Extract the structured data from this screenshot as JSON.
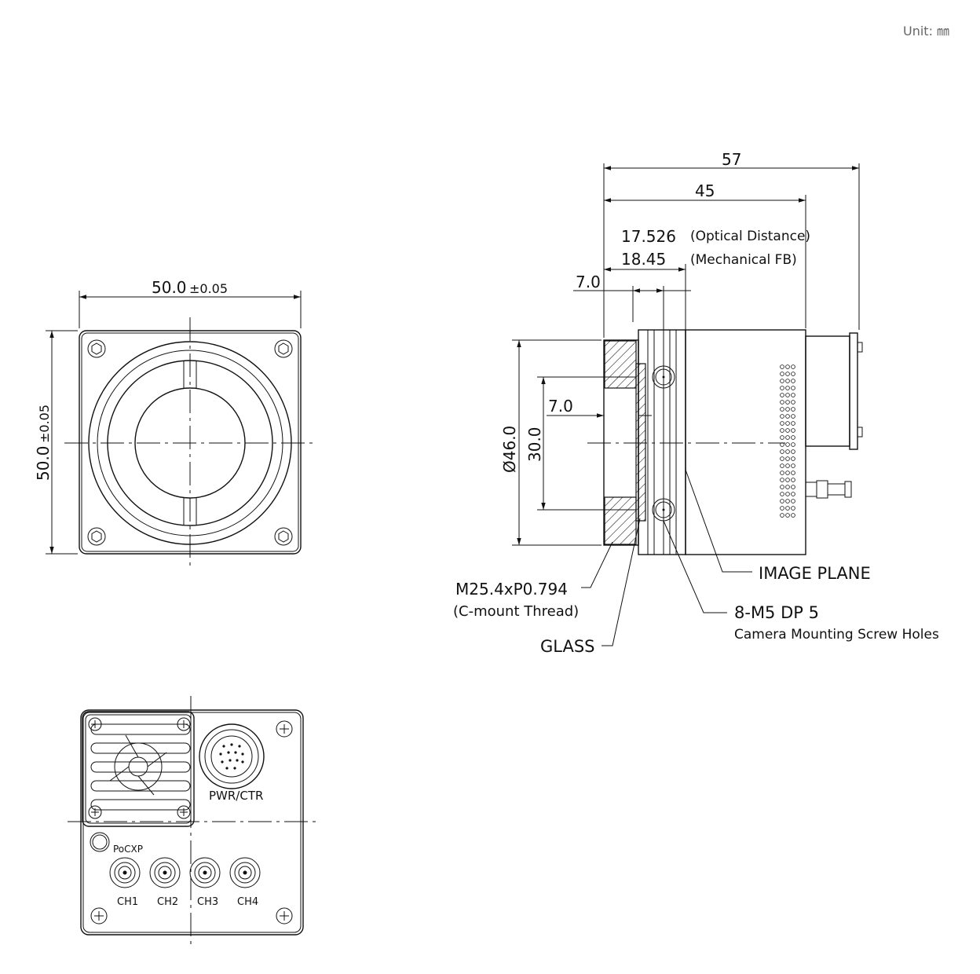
{
  "unit_label": "Unit: ㎜",
  "front_view": {
    "width_dim": "50.0",
    "width_tol": "±0.05",
    "height_dim": "50.0",
    "height_tol": "±0.05"
  },
  "side_view": {
    "dim_total": "57",
    "dim_45": "45",
    "dim_optical": "17.526",
    "label_optical": "(Optical Distance)",
    "dim_mech": "18.45",
    "label_mech": "(Mechanical FB)",
    "dim_7_top": "7.0",
    "dim_7_mid": "7.0",
    "dim_dia": "Ø46.0",
    "dim_30": "30.0",
    "callout_image_plane": "IMAGE PLANE",
    "callout_thread": "M25.4xP0.794",
    "callout_thread_sub": "(C-mount Thread)",
    "callout_screws": "8-M5 DP 5",
    "callout_screws_sub": "Camera Mounting Screw Holes",
    "callout_glass": "GLASS"
  },
  "rear_view": {
    "connector_label": "PWR/CTR",
    "pocxp_label": "PoCXP",
    "channels": [
      "CH1",
      "CH2",
      "CH3",
      "CH4"
    ]
  }
}
